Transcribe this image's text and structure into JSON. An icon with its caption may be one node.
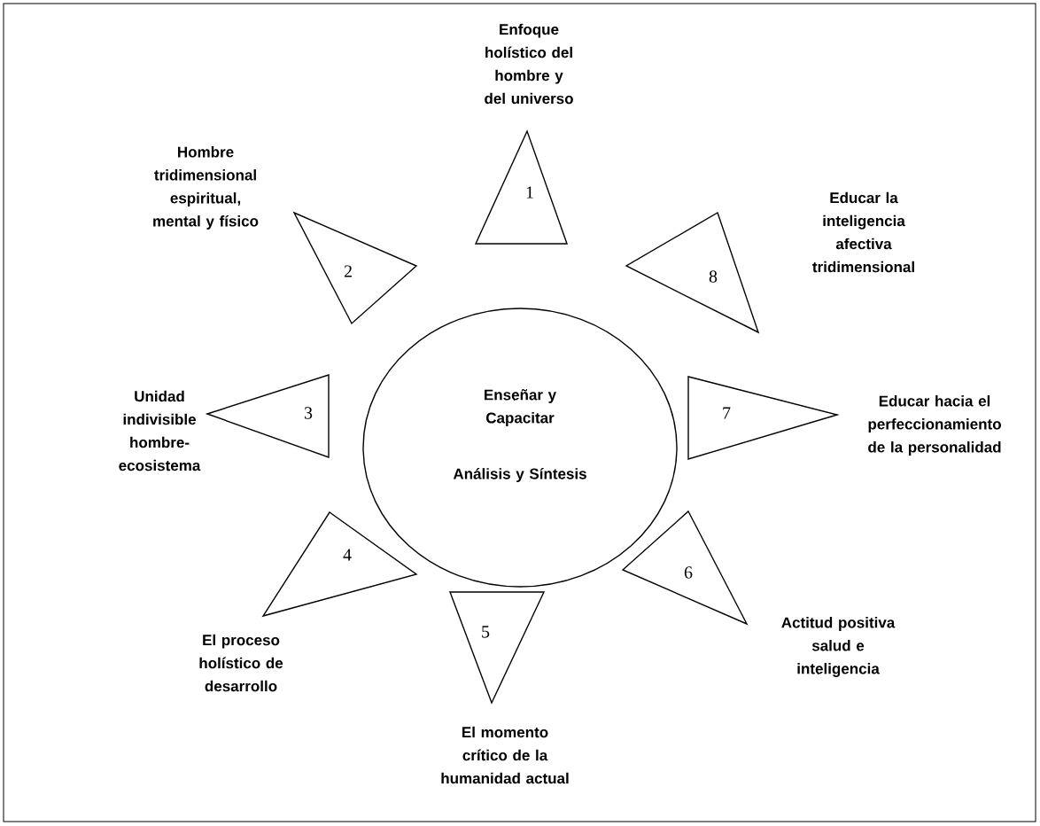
{
  "diagram": {
    "nodes": [
      {
        "text": [
          "Enseñar y Capacitar",
          "Análisis y Síntesis"
        ]
      },
      {
        "text": [
          "1"
        ],
        "beside": [
          "Enfoque holístico del hombre y del universo"
        ]
      },
      {
        "text": [
          "2"
        ],
        "beside": [
          "Hombre tridimensional espiritual, mental y físico"
        ]
      },
      {
        "text": [
          "3"
        ],
        "beside": [
          "Unidad indivisible hombre-ecosistema"
        ]
      },
      {
        "text": [
          "4"
        ],
        "beside": [
          "El proceso holístico de desarrollo"
        ]
      },
      {
        "text": [
          "5"
        ],
        "beside": [
          "El momento crítico de la humanidad actual"
        ]
      },
      {
        "text": [
          "6"
        ],
        "beside": [
          "Actitud positiva salud e inteligencia"
        ]
      },
      {
        "text": [
          "7"
        ],
        "beside": [
          "Educar hacia el perfeccionamiento de la personalidad"
        ]
      },
      {
        "text": [
          "8"
        ],
        "beside": [
          "Educar la inteligencia afectiva tridimensional"
        ]
      }
    ]
  }
}
